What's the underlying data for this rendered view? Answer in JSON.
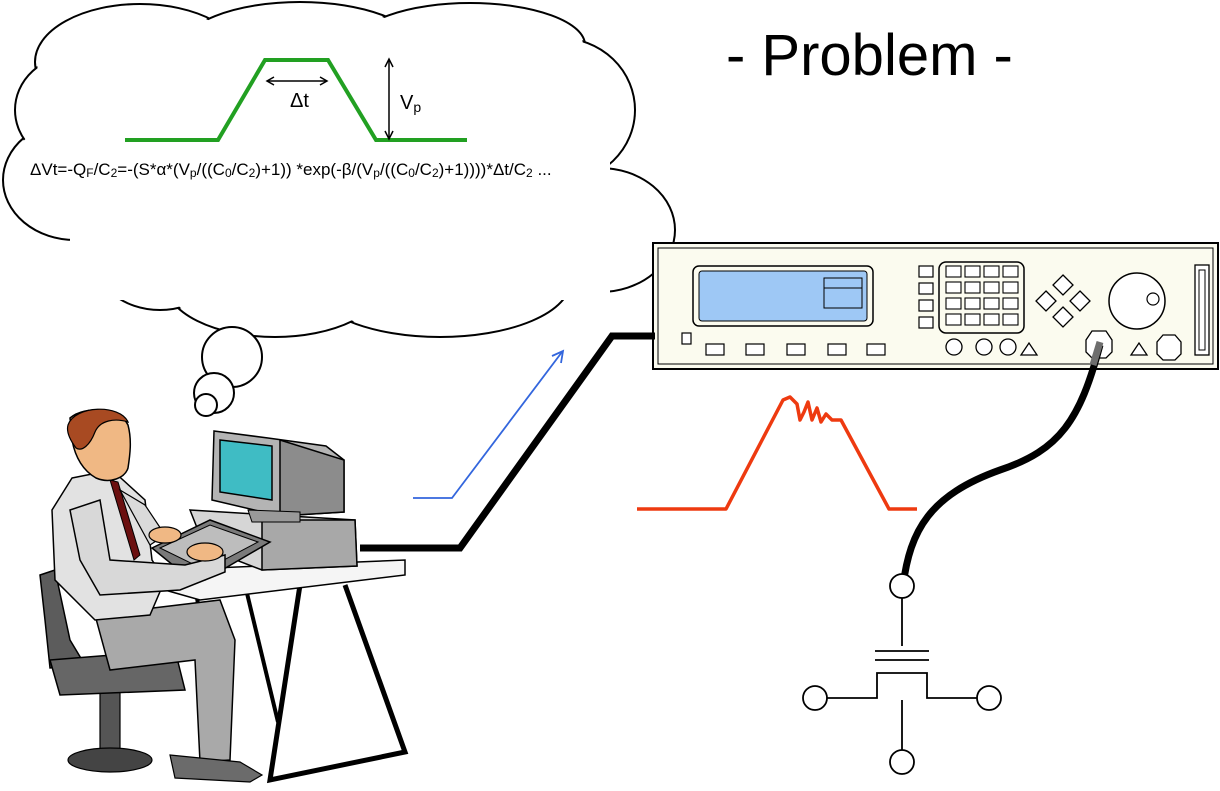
{
  "title": "- Problem -",
  "pulse_labels": {
    "width": "Δt",
    "height_main": "V",
    "height_sub": "p"
  },
  "equation": {
    "p1": "ΔVt=-Q",
    "s1": "F",
    "p2": "/C",
    "s2": "2",
    "p3": "=-(S*α*(V",
    "s3": "p",
    "p4": "/((C",
    "s4": "0",
    "p5": "/C",
    "s5": "2",
    "p6": ")+1))  *exp(-β/(V",
    "s6": "p",
    "p7": "/((C",
    "s7": "0",
    "p8": "/C",
    "s8": "2",
    "p9": ")+1))))*Δt/C",
    "s9": "2",
    "p10": "  ..."
  },
  "colors": {
    "ideal_pulse": "#22a022",
    "real_pulse": "#ee3a10",
    "arrow": "#3366dd",
    "instrument_screen": "#9ec8f5",
    "instrument_body": "#fbfbef",
    "monitor_screen": "#3fbcc4"
  }
}
